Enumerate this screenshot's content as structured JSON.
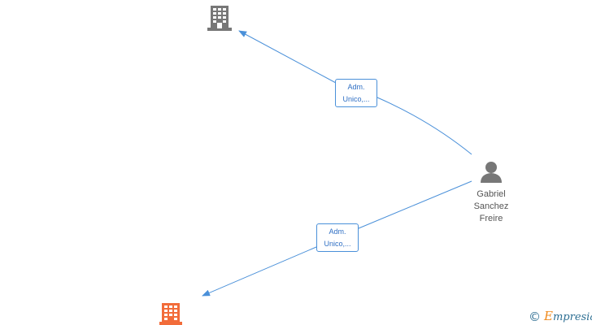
{
  "nodes": {
    "company_top": {
      "kind": "company",
      "color": "#777777",
      "icon": "building-icon"
    },
    "company_bottom": {
      "kind": "company",
      "color": "#f26c3a",
      "icon": "building-icon"
    },
    "person": {
      "kind": "person",
      "color": "#777777",
      "icon": "person-icon",
      "name_lines": [
        "Gabriel",
        "Sanchez",
        "Freire"
      ]
    }
  },
  "edges": [
    {
      "from": "person",
      "to": "company_top",
      "label_lines": [
        "Adm.",
        "Unico,..."
      ]
    },
    {
      "from": "person",
      "to": "company_bottom",
      "label_lines": [
        "Adm.",
        "Unico,..."
      ]
    }
  ],
  "colors": {
    "edge": "#4a90d9",
    "label_text": "#2f6fc4"
  },
  "watermark": {
    "symbol": "©",
    "brand_initial": "E",
    "brand_rest": "mpresia"
  }
}
